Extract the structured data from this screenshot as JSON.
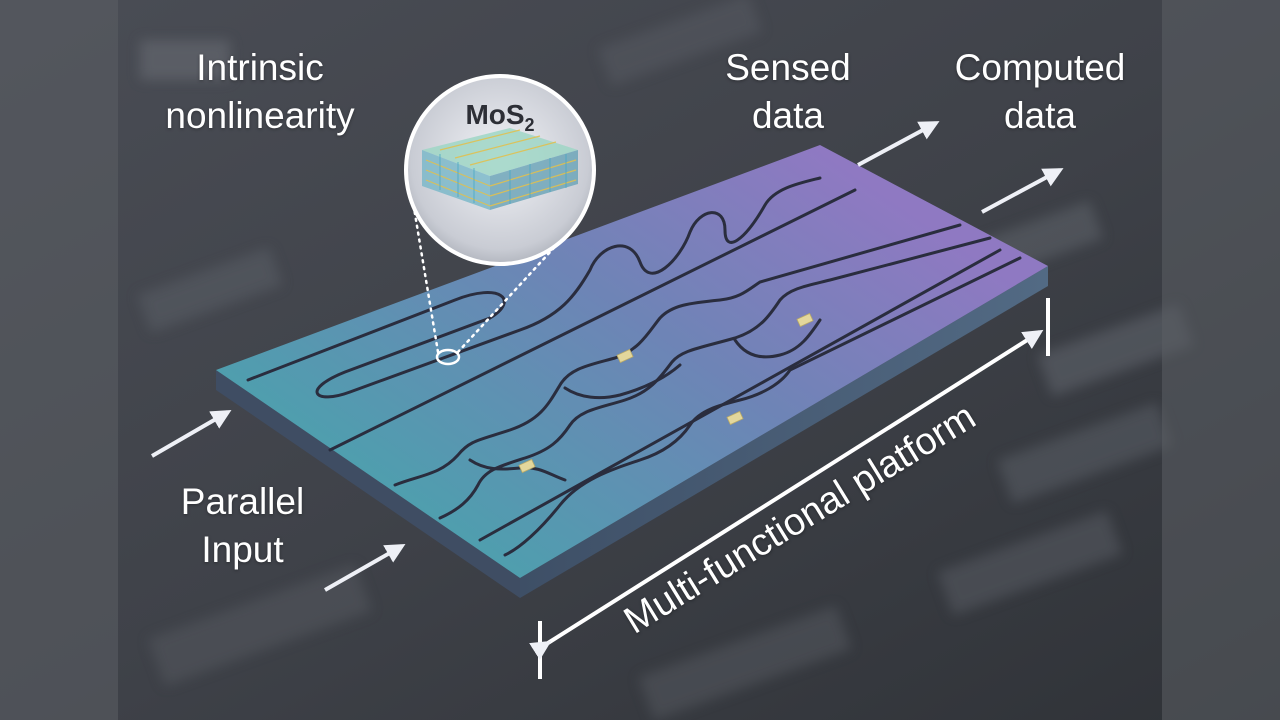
{
  "labels": {
    "intrinsic_line1": "Intrinsic",
    "intrinsic_line2": "nonlinearity",
    "sensed_line1": "Sensed",
    "sensed_line2": "data",
    "computed_line1": "Computed",
    "computed_line2": "data",
    "parallel_line1": "Parallel",
    "parallel_line2": "Input",
    "multi": "Multi-functional platform",
    "mos2_main": "MoS",
    "mos2_sub": "2"
  },
  "colors": {
    "chip_top_left": "#7d6aa8",
    "chip_top_right": "#8f79c2",
    "chip_bottom": "#4e99a8",
    "waveguide": "#2a2d3e",
    "modulator": "#e3d79c",
    "arrow": "#eef0f6",
    "background": "#3e4147"
  },
  "icons": [
    "input-arrow-icon",
    "output-arrow-icon",
    "dimension-arrow-icon",
    "magnifier-circle-icon"
  ]
}
